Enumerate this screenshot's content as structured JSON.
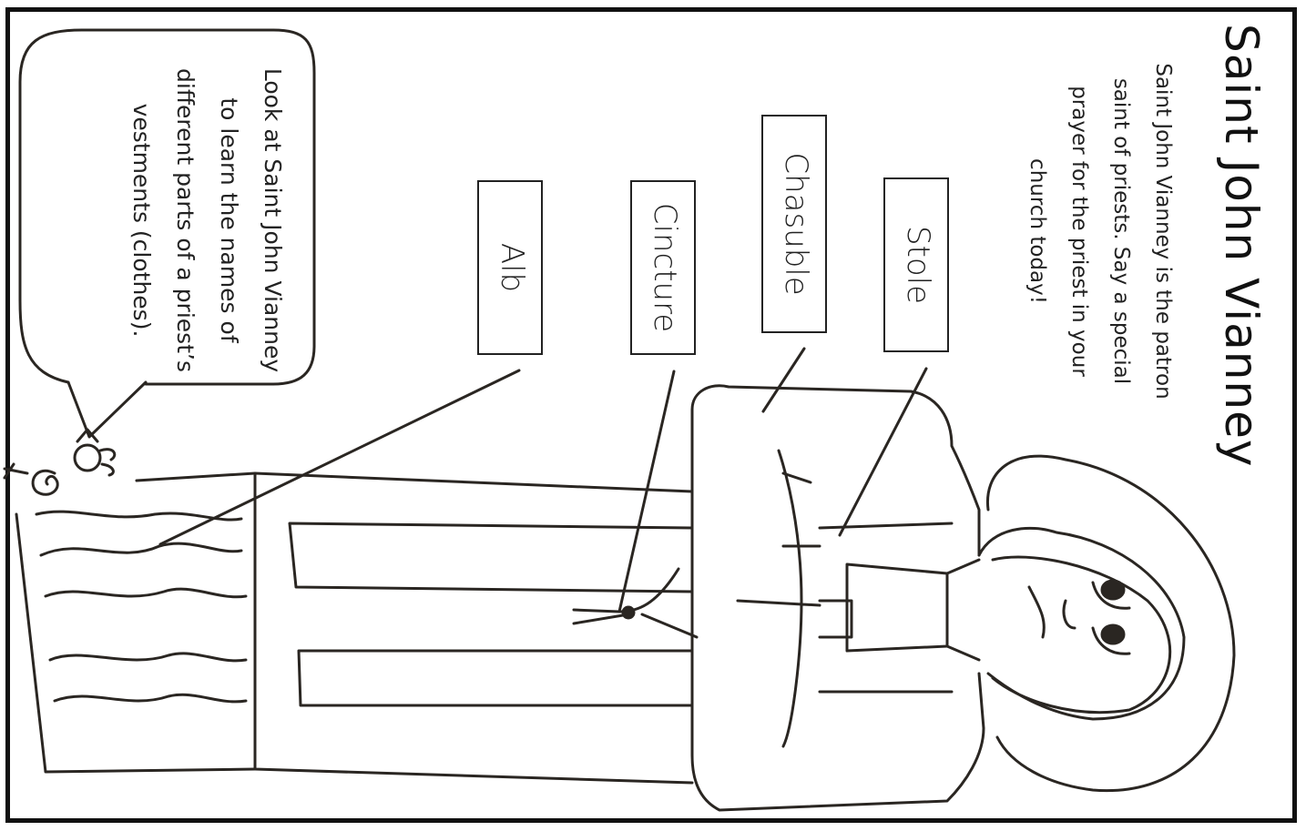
{
  "title": "Saint John Vianney",
  "intro": "Saint John Vianney is the patron saint of priests.  Say a special prayer for the priest in your church today!",
  "bubble": "Look at Saint John Vianney to learn the names of different parts of a priest’s vestments (clothes).",
  "labels": {
    "stole": "Stole",
    "chasuble": "Chasuble",
    "cincture": "Cincture",
    "alb": "Alb"
  }
}
